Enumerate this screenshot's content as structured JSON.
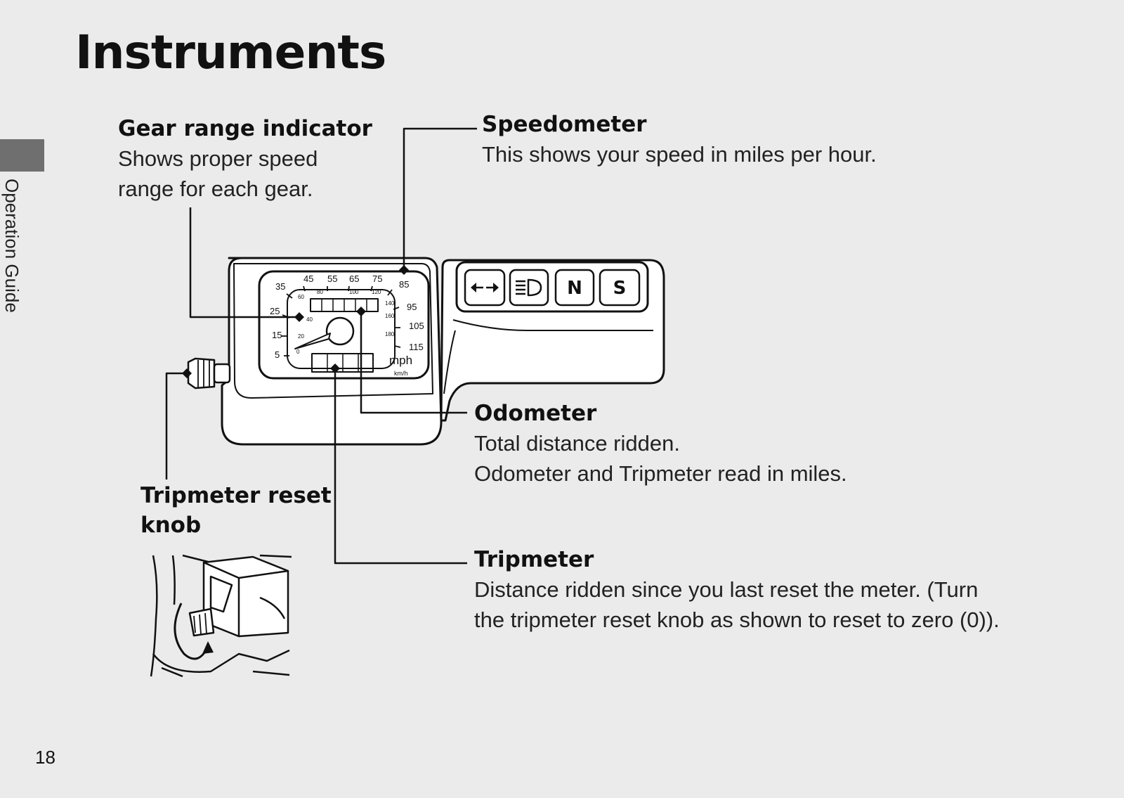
{
  "page": {
    "title": "Instruments",
    "section_tab": "Operation Guide",
    "page_number": "18"
  },
  "callouts": {
    "gear_range": {
      "heading": "Gear range indicator",
      "desc_line1": "Shows proper speed",
      "desc_line2": "range for each gear."
    },
    "speedometer": {
      "heading": "Speedometer",
      "desc": "This shows your speed in miles per hour."
    },
    "odometer": {
      "heading": "Odometer",
      "desc_line1": "Total distance ridden.",
      "desc_line2": "Odometer and Tripmeter read in miles."
    },
    "tripmeter": {
      "heading": "Tripmeter",
      "desc_line1": "Distance ridden since you last reset the meter. (Turn",
      "desc_line2": "the tripmeter reset knob as shown to reset to zero (0))."
    },
    "reset_knob": {
      "heading_line1": "Tripmeter reset",
      "heading_line2": "knob"
    }
  },
  "gauge": {
    "mph_ticks": [
      "5",
      "15",
      "25",
      "35",
      "45",
      "55",
      "65",
      "75",
      "85",
      "95",
      "105",
      "115"
    ],
    "kmh_ticks": [
      "0",
      "20",
      "40",
      "60",
      "80",
      "100",
      "120",
      "140",
      "160",
      "180"
    ],
    "unit_mph": "mph",
    "unit_kmh": "km/h",
    "indicators": [
      "turn-signal",
      "high-beam",
      "N",
      "S"
    ]
  }
}
